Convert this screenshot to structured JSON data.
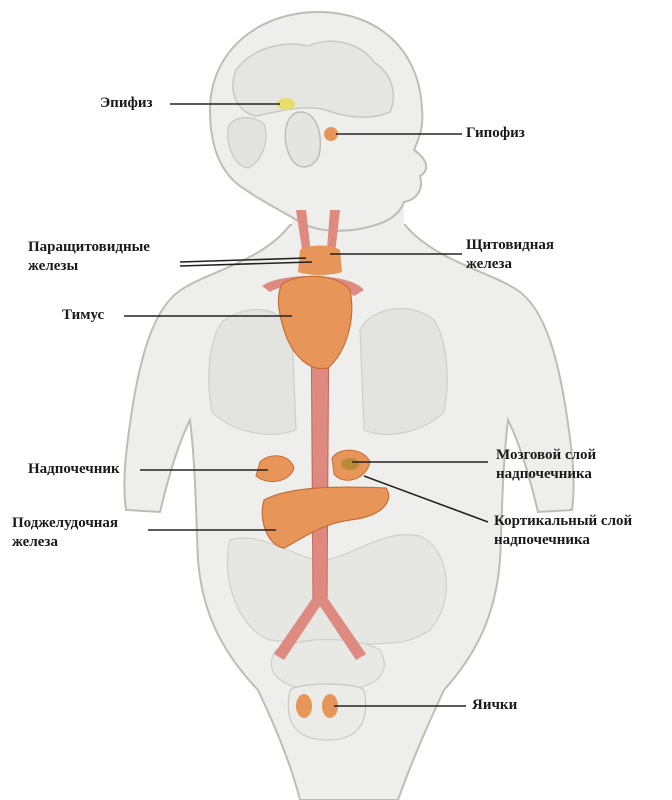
{
  "labels": {
    "epiphysis": "Эпифиз",
    "pituitary": "Гипофиз",
    "parathyroid": [
      "Паращитовидные",
      "железы"
    ],
    "thyroid": [
      "Щитовидная",
      "железа"
    ],
    "thymus": "Тимус",
    "adrenal": "Надпочечник",
    "adrenal_medulla": [
      "Мозговой слой",
      "надпочечника"
    ],
    "pancreas": [
      "Поджелудочная",
      "железа"
    ],
    "adrenal_cortex": [
      "Кортикальный слой",
      "надпочечника"
    ],
    "testes": "Яички"
  },
  "colors": {
    "body_fill": "#eeeeec",
    "body_outline": "#bdbdb8",
    "organ_shadow": "#d6d6d2",
    "gland": "#e8955a",
    "gland_dark": "#c96b36",
    "vessel": "#de8a80",
    "vessel_dark": "#c56458",
    "leader_line": "#222222"
  }
}
